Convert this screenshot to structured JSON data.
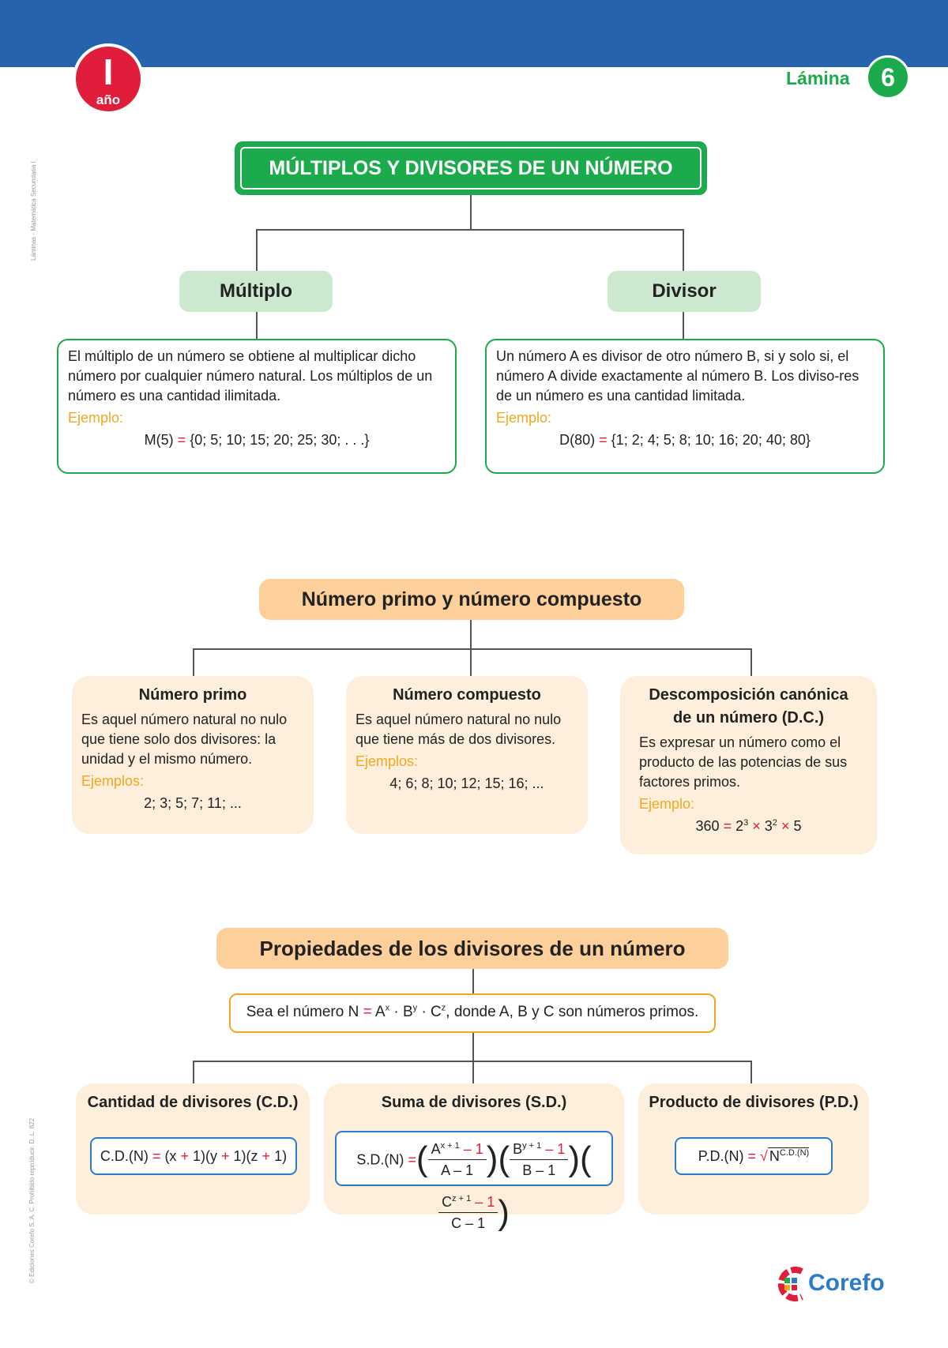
{
  "header": {
    "grade_number": "I",
    "grade_label": "año",
    "sheet_label": "Lámina",
    "sheet_number": "6"
  },
  "side_notes": {
    "top": "Láminas - Matemática Secundaria I",
    "bottom": "© Ediciones Corefo S. A. C. Prohibido reproducir. D. L. 822"
  },
  "section1": {
    "title": "MÚLTIPLOS Y DIVISORES DE UN NÚMERO",
    "multiple": {
      "heading": "Múltiplo",
      "text": "El múltiplo de un número se obtiene al multiplicar dicho número por cualquier número natural. Los múltiplos de un número es una cantidad ilimitada.",
      "example_label": "Ejemplo:",
      "example_lhs": "M(5)",
      "example_eq": "=",
      "example_rhs": "{0; 5; 10; 15; 20; 25; 30; . . .}"
    },
    "divisor": {
      "heading": "Divisor",
      "text": "Un número A es divisor de otro número B, si y solo si, el número A divide exactamente al número B. Los diviso-res de un número es una cantidad limitada.",
      "example_label": "Ejemplo:",
      "example_lhs": "D(80)",
      "example_eq": "=",
      "example_rhs": "{1; 2; 4; 5; 8; 10; 16; 20; 40; 80}"
    }
  },
  "section2": {
    "title": "Número primo y número compuesto",
    "prime": {
      "heading": "Número primo",
      "text": "Es aquel número natural no nulo que tiene solo dos divisores: la unidad y el mismo número.",
      "example_label": "Ejemplos:",
      "example": "2; 3; 5; 7; 11; ..."
    },
    "composite": {
      "heading": "Número compuesto",
      "text": "Es aquel número natural no nulo que tiene más de dos divisores.",
      "example_label": "Ejemplos:",
      "example": "4; 6; 8; 10; 12; 15; 16;  ..."
    },
    "canonical": {
      "heading": "Descomposición canónica de un número (D.C.)",
      "text": "Es expresar un número como el producto de las potencias de sus factores primos.",
      "example_label": "Ejemplo:",
      "ex_lhs": "360",
      "ex_eq": "=",
      "ex_b1": "2",
      "ex_e1": "3",
      "ex_times": "×",
      "ex_b2": "3",
      "ex_e2": "2",
      "ex_b3": "5"
    }
  },
  "section3": {
    "title": "Propiedades de los divisores de un número",
    "statement_a": "Sea el número N",
    "statement_eq": "=",
    "statement_b": "A",
    "statement_bx": "x",
    "statement_c": " · B",
    "statement_cy": "y",
    "statement_d": " · C",
    "statement_dz": "z",
    "statement_e": ", donde A, B y C son números primos.",
    "cd": {
      "heading": "Cantidad de divisores (C.D.)",
      "lhs": "C.D.(N)",
      "eq": "=",
      "f1": "(x",
      "plus": "+",
      "f2": "1)(y",
      "f3": "1)(z",
      "f4": "1)"
    },
    "sd": {
      "heading": "Suma de divisores (S.D.)",
      "lhs": "S.D.(N)",
      "eq": "=",
      "n1": "A",
      "e1": "x + 1",
      "d1": "A – 1",
      "n2": "B",
      "e2": "y + 1",
      "d2": "B – 1",
      "n3": "C",
      "e3": "z + 1",
      "d3": "C – 1",
      "minus_one": "– 1"
    },
    "pd": {
      "heading": "Producto de divisores (P.D.)",
      "lhs": "P.D.(N)",
      "eq": "=",
      "radical": "√",
      "base": "N",
      "exp": "C.D.(N)"
    }
  },
  "brand": {
    "name": "Corefo"
  },
  "colors": {
    "top_bar": "#2563ad",
    "green": "#1bab4c",
    "red": "#e11d3c",
    "orange_title": "#fdd09b",
    "card_bg": "#fdefdc",
    "example": "#f0a820",
    "formula_border": "#2a7cc9"
  }
}
